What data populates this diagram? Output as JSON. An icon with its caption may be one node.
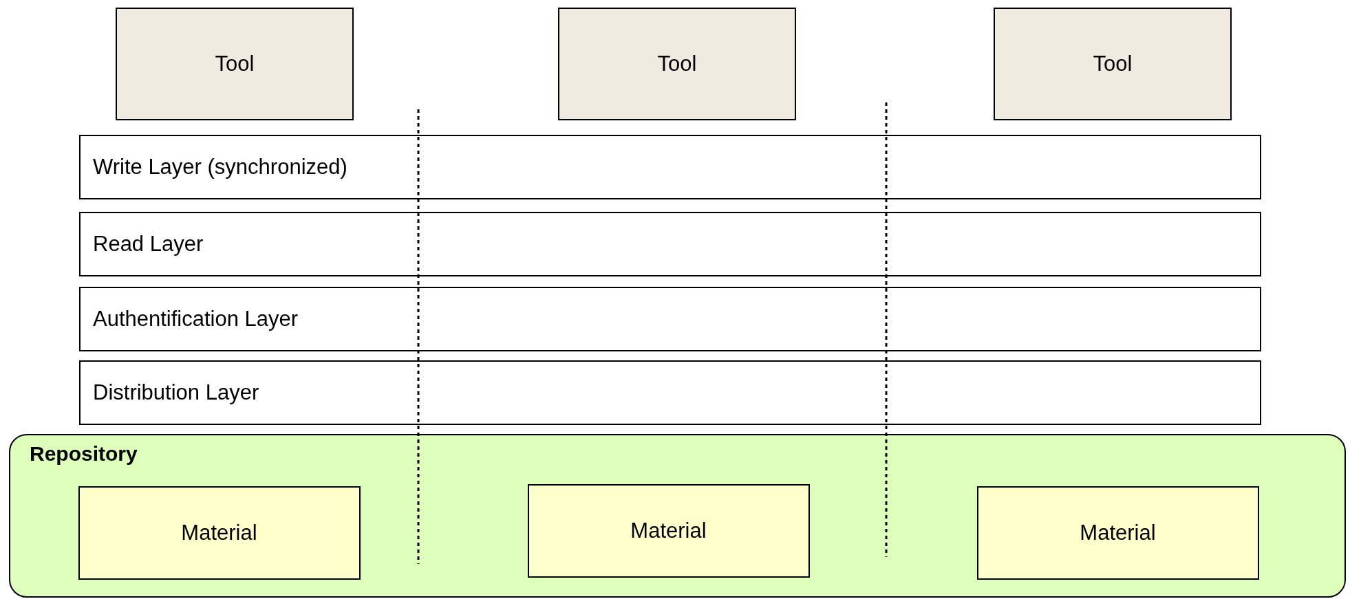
{
  "diagram": {
    "nodes": [
      {
        "text": [
          "Tool"
        ]
      },
      {
        "text": [
          "Tool"
        ]
      },
      {
        "text": [
          "Tool"
        ]
      },
      {
        "text": [
          "Write Layer (synchronized)"
        ]
      },
      {
        "text": [
          "Read Layer"
        ]
      },
      {
        "text": [
          "Authentification Layer"
        ]
      },
      {
        "text": [
          "Distribution Layer"
        ]
      },
      {
        "text": [
          "Repository"
        ]
      },
      {
        "text": [
          "Material"
        ],
        "in": 7
      },
      {
        "text": [
          "Material"
        ],
        "in": 7
      },
      {
        "text": [
          "Material"
        ],
        "in": 7
      }
    ]
  }
}
